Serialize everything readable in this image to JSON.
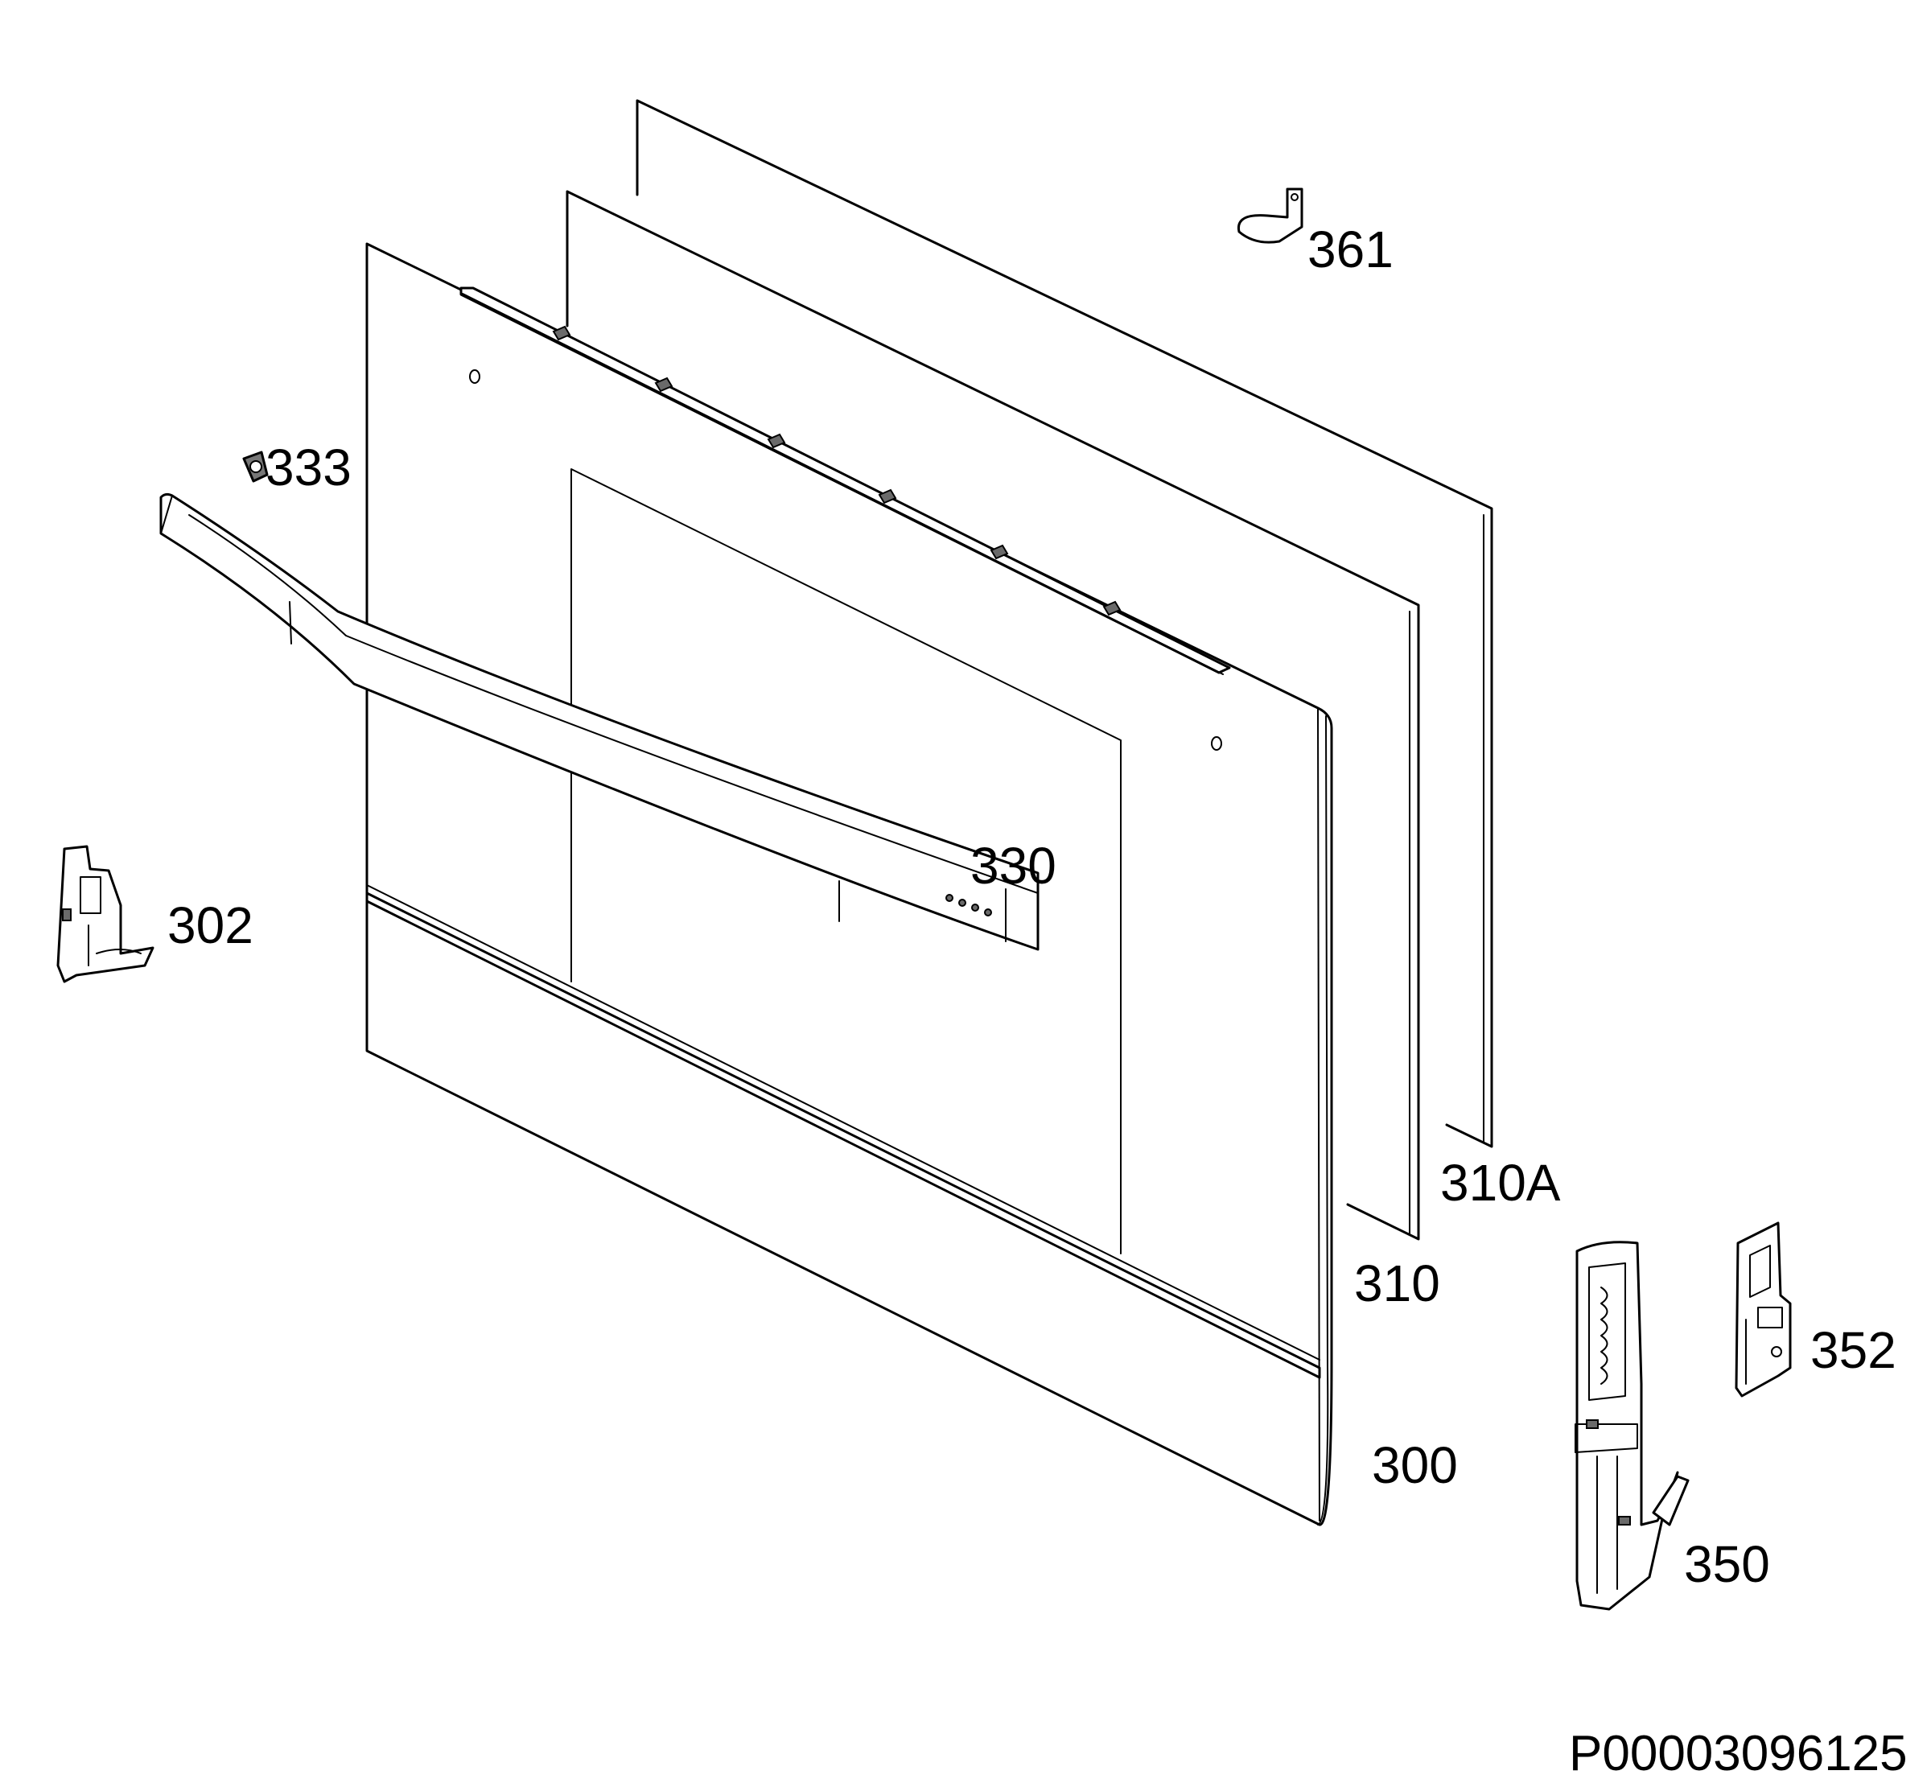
{
  "diagram": {
    "labels": {
      "p361": "361",
      "p333": "333",
      "p330": "330",
      "p302": "302",
      "p310A": "310A",
      "p310": "310",
      "p352": "352",
      "p300": "300",
      "p350": "350"
    },
    "document_code": "P00003096125"
  }
}
